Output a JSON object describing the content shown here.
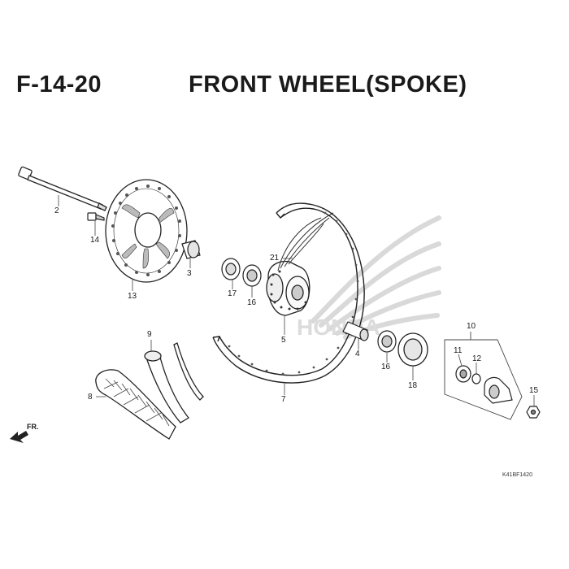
{
  "header": {
    "code": "F-14-20",
    "title": "FRONT WHEEL(SPOKE)"
  },
  "direction_label": "FR.",
  "reference_code": "K41BF1420",
  "watermark_text": "HONDA",
  "parts": [
    {
      "id": "2",
      "label": "2",
      "name": "axle",
      "icon": "axle-icon"
    },
    {
      "id": "14",
      "label": "14",
      "name": "bolt",
      "icon": "bolt-icon"
    },
    {
      "id": "13",
      "label": "13",
      "name": "brake-disc",
      "icon": "brake-disc-icon"
    },
    {
      "id": "3",
      "label": "3",
      "name": "collar",
      "icon": "collar-icon"
    },
    {
      "id": "17",
      "label": "17",
      "name": "oil-seal",
      "icon": "seal-icon"
    },
    {
      "id": "16a",
      "label": "16",
      "name": "bearing-left",
      "icon": "bearing-icon"
    },
    {
      "id": "21",
      "label": "21",
      "name": "spoke-set",
      "icon": "spoke-icon"
    },
    {
      "id": "5",
      "label": "5",
      "name": "hub",
      "icon": "hub-icon"
    },
    {
      "id": "7",
      "label": "7",
      "name": "rim",
      "icon": "rim-icon"
    },
    {
      "id": "9",
      "label": "9",
      "name": "tube",
      "icon": "tube-icon"
    },
    {
      "id": "8",
      "label": "8",
      "name": "tire",
      "icon": "tire-icon"
    },
    {
      "id": "4",
      "label": "4",
      "name": "distance-collar",
      "icon": "collar-icon"
    },
    {
      "id": "16b",
      "label": "16",
      "name": "bearing-right",
      "icon": "bearing-icon"
    },
    {
      "id": "18",
      "label": "18",
      "name": "dust-seal",
      "icon": "seal-icon"
    },
    {
      "id": "10",
      "label": "10",
      "name": "gearbox-assembly",
      "icon": "gearbox-icon"
    },
    {
      "id": "11",
      "label": "11",
      "name": "gear",
      "icon": "gear-icon"
    },
    {
      "id": "12",
      "label": "12",
      "name": "washer",
      "icon": "washer-icon"
    },
    {
      "id": "15",
      "label": "15",
      "name": "nut",
      "icon": "nut-icon"
    }
  ]
}
